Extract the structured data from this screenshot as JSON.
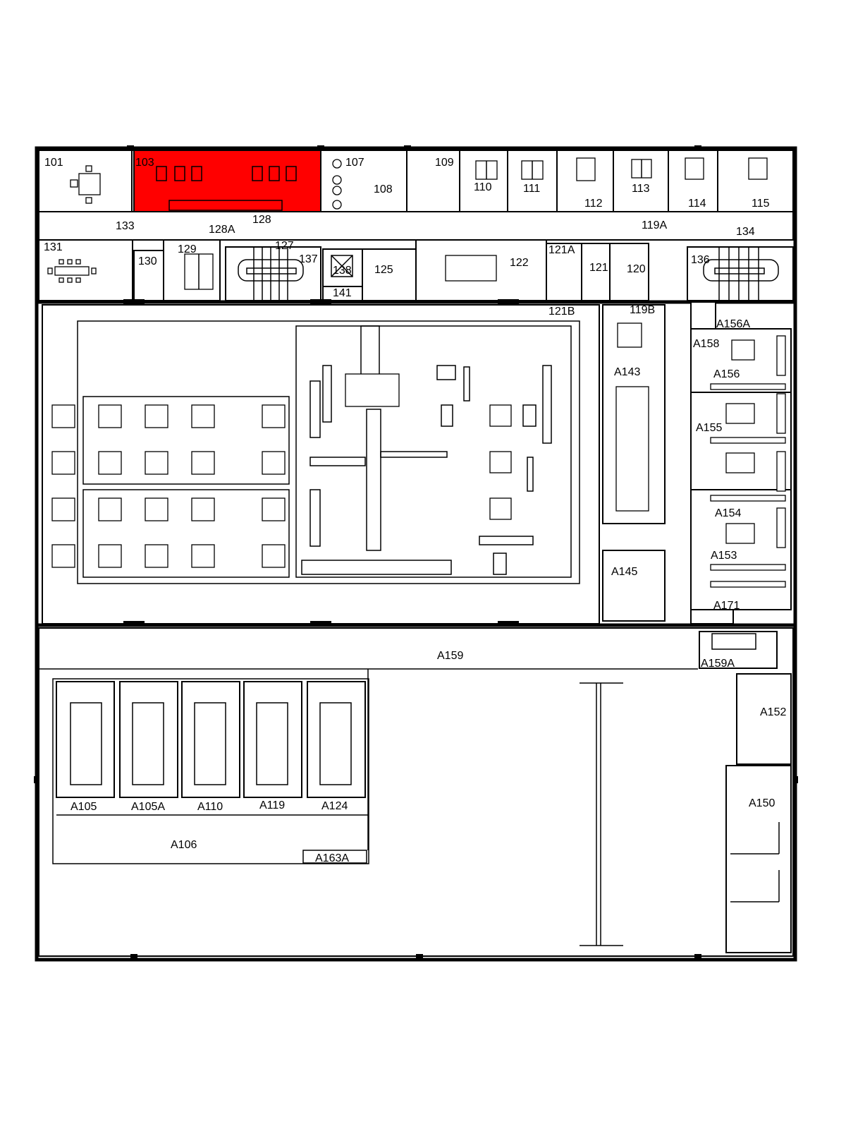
{
  "highlight_color": "#ff0000",
  "rooms": {
    "r101": "101",
    "r103": "103",
    "r107": "107",
    "r108": "108",
    "r109": "109",
    "r110": "110",
    "r111": "111",
    "r112": "112",
    "r113": "113",
    "r114": "114",
    "r115": "115",
    "r133": "133",
    "r128A": "128A",
    "r128": "128",
    "r127": "127",
    "r119A": "119A",
    "r134": "134",
    "r131": "131",
    "r130": "130",
    "r129": "129",
    "r137": "137",
    "r138": "138",
    "r141": "141",
    "r125": "125",
    "r122": "122",
    "r121A": "121A",
    "r121": "121",
    "r120": "120",
    "r136": "136",
    "r121B": "121B",
    "r119B": "119B",
    "rA156A": "A156A",
    "rA158": "A158",
    "rA143": "A143",
    "rA156": "A156",
    "rA155": "A155",
    "rA154": "A154",
    "rA153": "A153",
    "rA145": "A145",
    "rA171": "A171",
    "rA159": "A159",
    "rA159A": "A159A",
    "rA152": "A152",
    "rA150": "A150",
    "rA105": "A105",
    "rA105A": "A105A",
    "rA110": "A110",
    "rA119": "A119",
    "rA124": "A124",
    "rA106": "A106",
    "rA163A": "A163A"
  },
  "icons": {
    "highlight": "highlighted-room",
    "stairs": "stairs-icon",
    "door": "door-icon",
    "elevator": "elevator-icon"
  }
}
